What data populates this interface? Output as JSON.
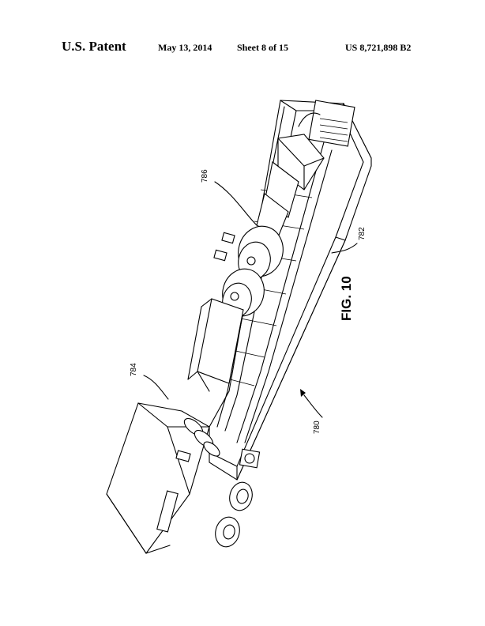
{
  "header": {
    "title": "U.S. Patent",
    "date": "May 13, 2014",
    "sheet": "Sheet 8 of 15",
    "patent_number": "US 8,721,898 B2"
  },
  "figure": {
    "caption": "FIG. 10",
    "labels": {
      "vehicle": "780",
      "trailer": "782",
      "tractor": "784",
      "storage_tank": "786"
    }
  }
}
